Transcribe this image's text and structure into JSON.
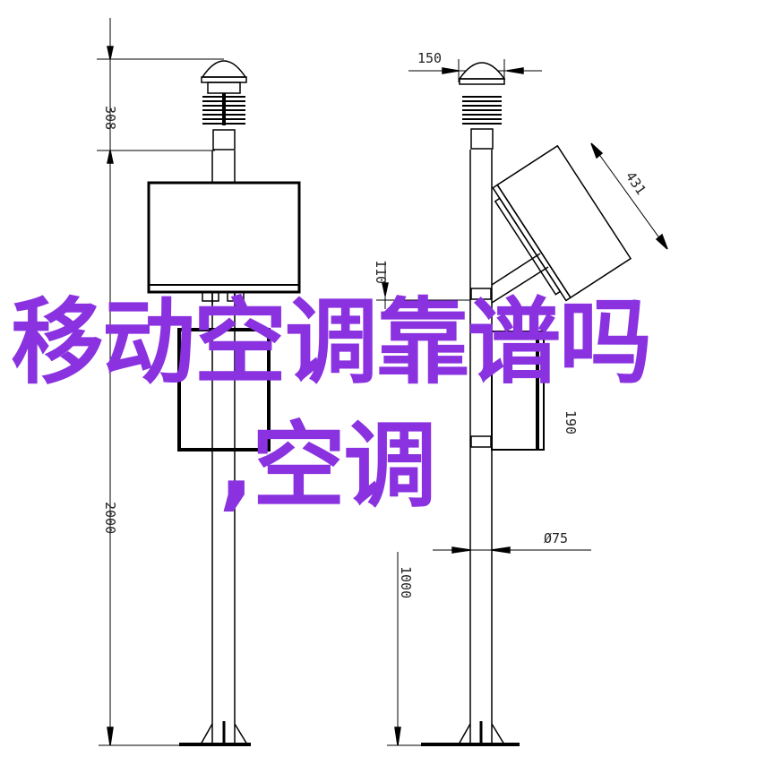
{
  "overlay": {
    "line1": "移动空调靠谱吗",
    "line2": ",空调",
    "color": "#8a32e0"
  },
  "dimensions": {
    "sensor_height": "308",
    "sensor_width": "150",
    "panel_length": "431",
    "bracket_spacing": "110",
    "box_height": "190",
    "total_height": "2000",
    "lower_height": "1000",
    "pole_diameter": "Ø75"
  }
}
